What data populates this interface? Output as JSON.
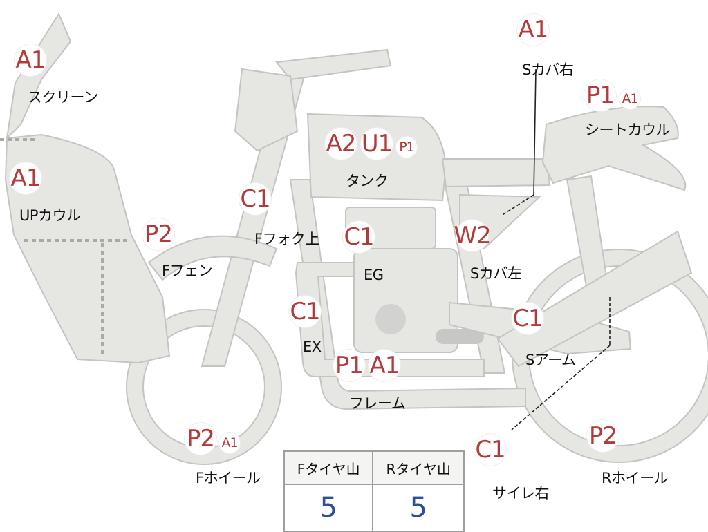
{
  "parts": [
    {
      "id": "screen",
      "label": "スクリーン",
      "grades": [
        {
          "text": "A1",
          "size": "big"
        }
      ]
    },
    {
      "id": "up-cowl",
      "label": "UPカウル",
      "grades": [
        {
          "text": "A1",
          "size": "big"
        }
      ]
    },
    {
      "id": "f-fender",
      "label": "Fフェン",
      "grades": [
        {
          "text": "P2",
          "size": "big"
        }
      ]
    },
    {
      "id": "f-fork",
      "label": "Fフォク上",
      "grades": [
        {
          "text": "C1",
          "size": "big"
        }
      ]
    },
    {
      "id": "tank",
      "label": "タンク",
      "grades": [
        {
          "text": "A2",
          "size": "big"
        },
        {
          "text": "U1",
          "size": "big"
        },
        {
          "text": "P1",
          "size": "small"
        }
      ]
    },
    {
      "id": "engine",
      "label": "EG",
      "grades": [
        {
          "text": "C1",
          "size": "big"
        }
      ]
    },
    {
      "id": "exhaust",
      "label": "EX",
      "grades": [
        {
          "text": "C1",
          "size": "big"
        }
      ]
    },
    {
      "id": "frame",
      "label": "フレーム",
      "grades": [
        {
          "text": "P1",
          "size": "big"
        },
        {
          "text": "A1",
          "size": "big"
        }
      ]
    },
    {
      "id": "f-wheel",
      "label": "Fホイール",
      "grades": [
        {
          "text": "P2",
          "size": "big"
        },
        {
          "text": "A1",
          "size": "small"
        }
      ]
    },
    {
      "id": "s-cover-r",
      "label": "Sカバ右",
      "grades": [
        {
          "text": "A1",
          "size": "big"
        }
      ]
    },
    {
      "id": "seat-cowl",
      "label": "シートカウル",
      "grades": [
        {
          "text": "P1",
          "size": "big"
        },
        {
          "text": "A1",
          "size": "small"
        }
      ]
    },
    {
      "id": "s-cover-l",
      "label": "Sカバ左",
      "grades": [
        {
          "text": "W2",
          "size": "big"
        }
      ]
    },
    {
      "id": "swingarm",
      "label": "Sアーム",
      "grades": [
        {
          "text": "C1",
          "size": "big"
        }
      ]
    },
    {
      "id": "muffler-r",
      "label": "サイレ右",
      "grades": [
        {
          "text": "C1",
          "size": "big"
        }
      ]
    },
    {
      "id": "r-wheel",
      "label": "Rホイール",
      "grades": [
        {
          "text": "P2",
          "size": "big"
        }
      ]
    }
  ],
  "tread_table": {
    "headers": [
      "Fタイヤ山",
      "Rタイヤ山"
    ],
    "values": [
      "5",
      "5"
    ]
  },
  "colors": {
    "grade_text": "#b23a3a",
    "tread_value": "#2b4f9a",
    "body_fill": "#e6e6e3"
  }
}
